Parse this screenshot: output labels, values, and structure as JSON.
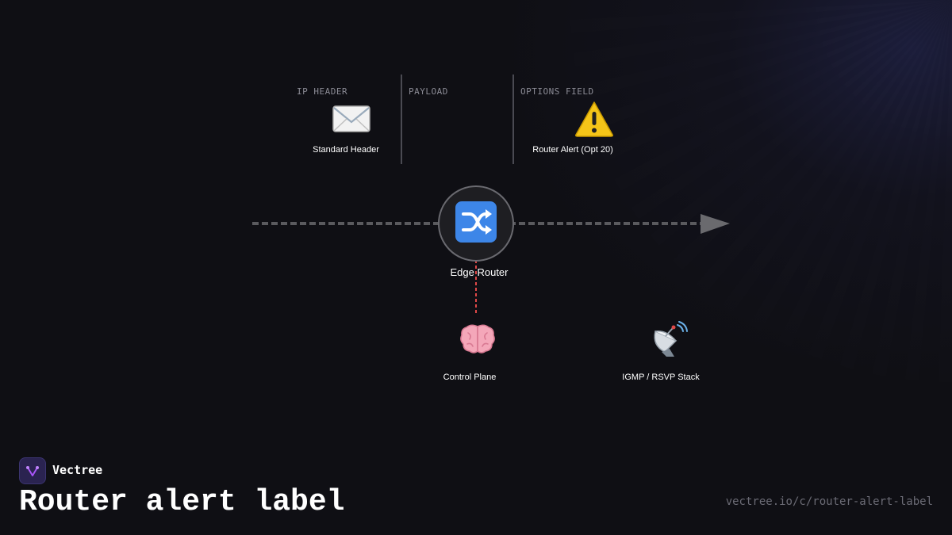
{
  "segments": {
    "ip_header": "IP HEADER",
    "payload": "PAYLOAD",
    "options_field": "OPTIONS FIELD"
  },
  "nodes": {
    "standard_header": {
      "label": "Standard Header",
      "icon": "envelope-icon"
    },
    "router_alert": {
      "label": "Router Alert (Opt 20)",
      "icon": "warning-icon"
    },
    "edge_router": {
      "label": "Edge Router",
      "icon": "shuffle-icon"
    },
    "control_plane": {
      "label": "Control Plane",
      "icon": "brain-icon"
    },
    "igmp_rsvp": {
      "label": "IGMP / RSVP Stack",
      "icon": "satellite-dish-icon"
    }
  },
  "colors": {
    "background": "#0f0f14",
    "flow_line": "#5a5a5e",
    "alert_line": "#e04848",
    "router_glyph": "#3d86e8",
    "brand_accent": "#a855f7"
  },
  "footer": {
    "brand": "Vectree",
    "title": "Router alert label",
    "url": "vectree.io/c/router-alert-label"
  }
}
